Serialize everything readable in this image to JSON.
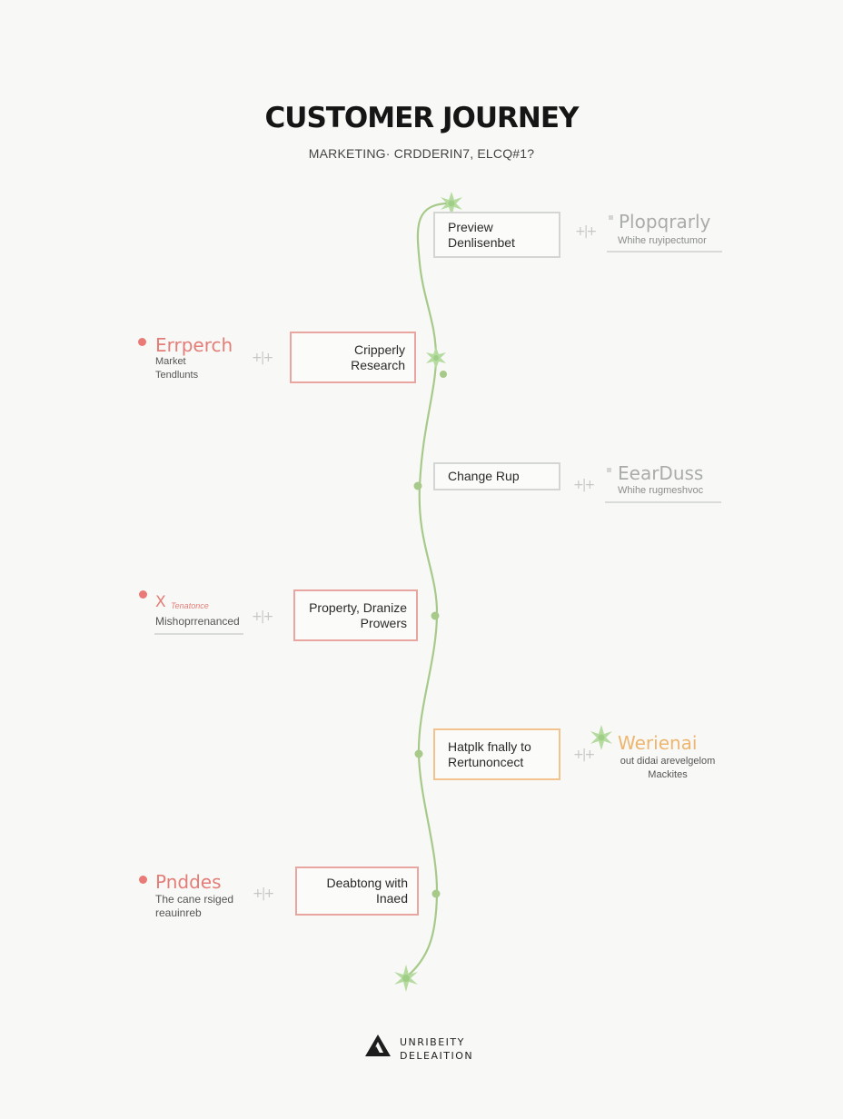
{
  "title": "CUSTOMER JOURNEY",
  "subtitle": "MARKETING· CRDDERIN7, ELCQ#1?",
  "palette": {
    "line": "#a7c98a",
    "red": "#e9a6a0",
    "gray": "#d3d6d3",
    "orange": "#f2c28f",
    "dot": "#ea7a76"
  },
  "connector_glyph": "+|+",
  "stages": [
    {
      "side": "right",
      "color": "gray",
      "box_lines": [
        "Preview",
        "Denlisenbet"
      ],
      "side_title": "Plopqrarly",
      "side_sub": [
        "Whihe ruyipectumor"
      ]
    },
    {
      "side": "left",
      "color": "red",
      "box_lines": [
        "Cripperly",
        "Research"
      ],
      "side_title": "Errperch",
      "side_sub": [
        "Market",
        "Tendlunts"
      ]
    },
    {
      "side": "right",
      "color": "gray",
      "box_lines": [
        "Change Rup"
      ],
      "side_title": "EearDuss",
      "side_sub": [
        "Whihe rugmeshvoc"
      ]
    },
    {
      "side": "left",
      "color": "red",
      "box_lines": [
        "Property, Dranize",
        "Prowers"
      ],
      "side_title": "X",
      "side_title_small": "Tenatonce",
      "side_sub": [
        "Mishoprrenanced"
      ]
    },
    {
      "side": "right",
      "color": "orange",
      "box_lines": [
        "Hatplk fnally to",
        "Rertunoncect"
      ],
      "side_title": "Werienai",
      "side_sub": [
        "out didai arevelgelom",
        "Mackites"
      ]
    },
    {
      "side": "left",
      "color": "red",
      "box_lines": [
        "Deabtong with",
        "Inaed"
      ],
      "side_title": "Pnddes",
      "side_sub": [
        "The cane rsiged",
        "reauinreb"
      ]
    }
  ],
  "footer": {
    "logo_icon": "triangle-mountain-icon",
    "logo_line1": "UNRIBEITY",
    "logo_line2": "DELEAITION"
  }
}
